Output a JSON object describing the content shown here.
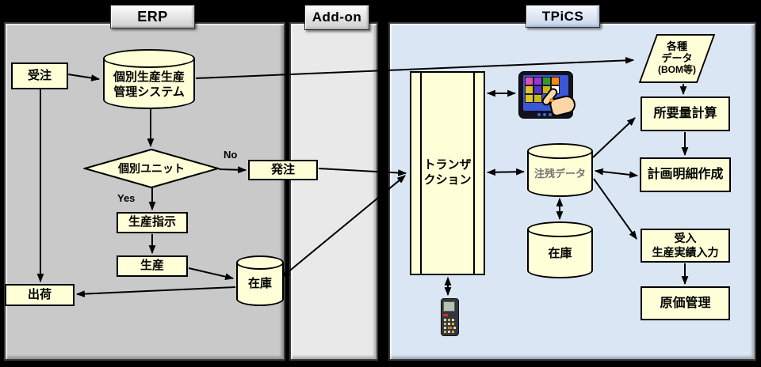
{
  "title": "ERP / Add-on / TPiCS 連携フロー図",
  "sections": {
    "erp": {
      "label": "ERP"
    },
    "addon": {
      "label": "Add-on"
    },
    "tpics": {
      "label": "TPiCS"
    }
  },
  "labels": {
    "no": "No",
    "yes": "Yes"
  },
  "nodes": {
    "juchu": {
      "label": "受注",
      "shape": "rect"
    },
    "kobetsu_system": {
      "label": "個別生産生産\n管理システム",
      "shape": "cylinder"
    },
    "kobetsu_unit": {
      "label": "個別ユニット",
      "shape": "decision"
    },
    "hacchu": {
      "label": "発注",
      "shape": "rect"
    },
    "seisan_shiji": {
      "label": "生産指示",
      "shape": "rect"
    },
    "seisan": {
      "label": "生産",
      "shape": "rect"
    },
    "zaiko_erp": {
      "label": "在庫",
      "shape": "cylinder"
    },
    "shukka": {
      "label": "出荷",
      "shape": "rect"
    },
    "transaction": {
      "label": "トランザ\nクション",
      "shape": "predefined-process"
    },
    "chuzan_data": {
      "label": "注残データ",
      "shape": "cylinder"
    },
    "zaiko_tpics": {
      "label": "在庫",
      "shape": "cylinder"
    },
    "kakushu_data": {
      "label": "各種\nデータ",
      "sub": "(BOM等)",
      "shape": "parallelogram"
    },
    "shoyoryo": {
      "label": "所要量計算",
      "shape": "rect"
    },
    "keikaku": {
      "label": "計画明細作成",
      "shape": "rect"
    },
    "ukeire": {
      "label": "受入\n生産実績入力",
      "shape": "rect"
    },
    "genka": {
      "label": "原価管理",
      "shape": "rect"
    }
  },
  "icons": {
    "tablet": "touch-tablet-icon",
    "scanner": "handheld-terminal-icon"
  },
  "colors": {
    "erp_bg": "#c9c9c9",
    "addon_bg": "#e9e9e9",
    "tpics_bg": "#dbe6f4",
    "node_fill": "#ffffd8",
    "line": "#000000",
    "chuzan_text": "#737373",
    "tablet_screen": "#3a57d8"
  },
  "edges": [
    {
      "from": "受注",
      "to": "個別生産生産管理システム",
      "dir": "one"
    },
    {
      "from": "受注",
      "to": "出荷",
      "dir": "one"
    },
    {
      "from": "個別生産生産管理システム",
      "to": "個別ユニット",
      "dir": "one"
    },
    {
      "from": "個別ユニット",
      "to": "発注",
      "dir": "one",
      "label": "No"
    },
    {
      "from": "個別ユニット",
      "to": "生産指示",
      "dir": "one",
      "label": "Yes"
    },
    {
      "from": "生産指示",
      "to": "生産",
      "dir": "one"
    },
    {
      "from": "生産",
      "to": "在庫(ERP)",
      "dir": "one"
    },
    {
      "from": "在庫(ERP)",
      "to": "出荷",
      "dir": "one"
    },
    {
      "from": "個別生産生産管理システム",
      "to": "各種データ(BOM等)",
      "dir": "one"
    },
    {
      "from": "発注",
      "to": "トランザクション",
      "dir": "one"
    },
    {
      "from": "在庫(ERP)",
      "to": "トランザクション",
      "dir": "both"
    },
    {
      "from": "トランザクション",
      "to": "タブレット",
      "dir": "both"
    },
    {
      "from": "トランザクション",
      "to": "注残データ",
      "dir": "both"
    },
    {
      "from": "トランザクション",
      "to": "ハンディターミナル",
      "dir": "both"
    },
    {
      "from": "各種データ(BOM等)",
      "to": "所要量計算",
      "dir": "one"
    },
    {
      "from": "所要量計算",
      "to": "計画明細作成",
      "dir": "one"
    },
    {
      "from": "注残データ",
      "to": "計画明細作成",
      "dir": "both"
    },
    {
      "from": "注残データ",
      "to": "所要量計算",
      "dir": "one"
    },
    {
      "from": "注残データ",
      "to": "受入生産実績入力",
      "dir": "one"
    },
    {
      "from": "注残データ",
      "to": "在庫(TPiCS)",
      "dir": "both"
    },
    {
      "from": "受入生産実績入力",
      "to": "原価管理",
      "dir": "one"
    }
  ]
}
